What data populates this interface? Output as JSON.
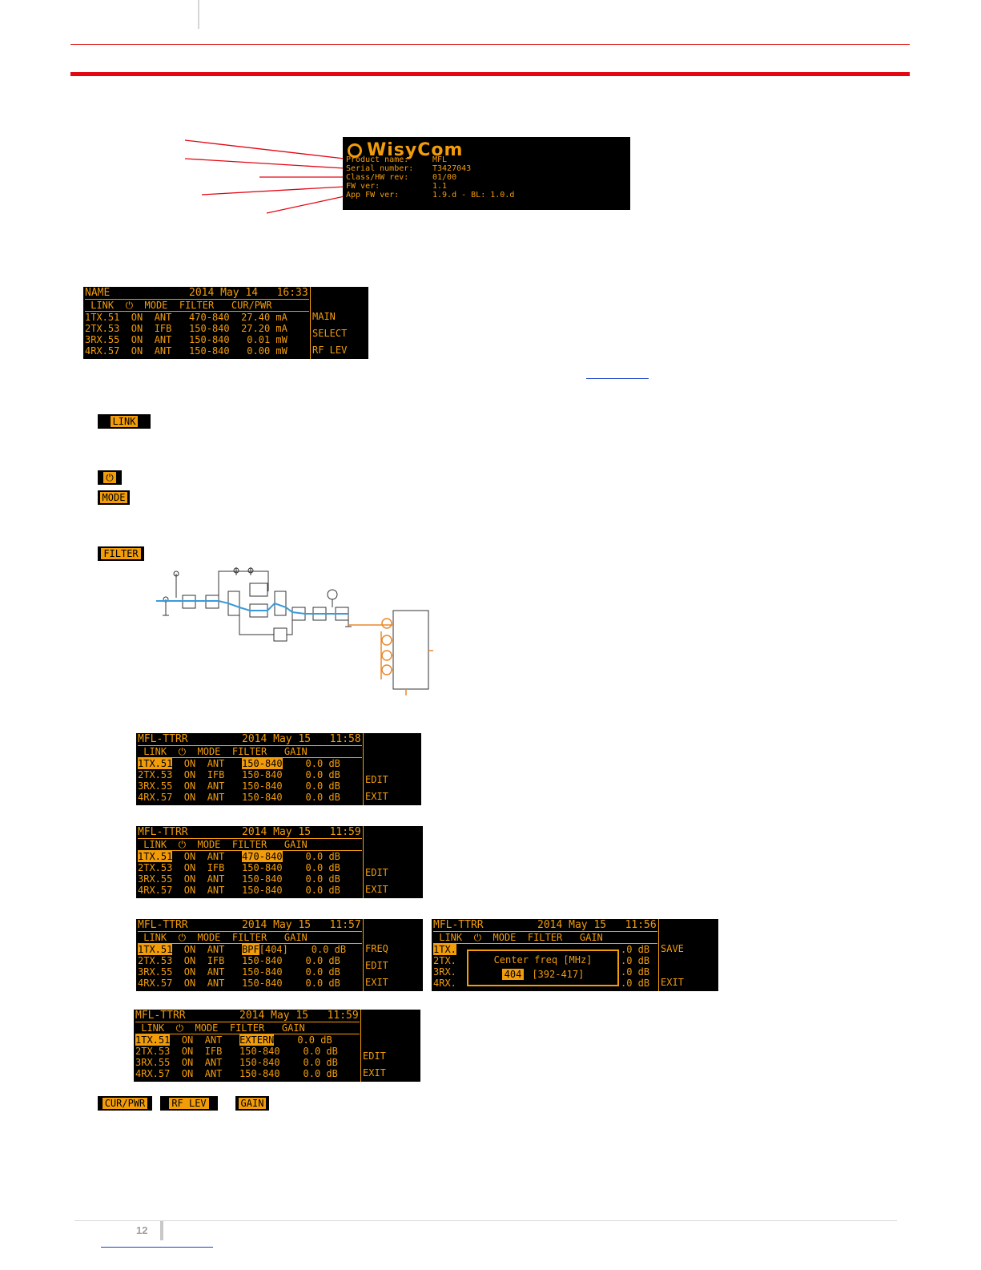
{
  "about": {
    "logo": "WisyCom",
    "lines": [
      {
        "label": "Product name:",
        "value": "MFL"
      },
      {
        "label": "Serial number:",
        "value": "T3427043"
      },
      {
        "label": "Class/HW rev:",
        "value": "01/00"
      },
      {
        "label": "FW ver:",
        "value": "1.1"
      },
      {
        "label": "App FW ver:",
        "value": "1.9.d - BL: 1.0.d"
      }
    ]
  },
  "main_screen": {
    "title": "NAME",
    "date": "2014 May 14   16:33",
    "headers": " LINK  ⏻  MODE  FILTER   CUR/PWR",
    "rows": [
      "1TX.51  ON  ANT   470-840  27.40 mA",
      "2TX.53  ON  IFB   150-840  27.20 mA",
      "3RX.55  ON  ANT   150-840   0.01 mW",
      "4RX.57  ON  ANT   150-840   0.00 mW"
    ],
    "soft_keys": [
      "MAIN",
      "SELECT",
      "RF LEV"
    ]
  },
  "chips": {
    "link": "LINK",
    "power": "⏻",
    "mode": "MODE",
    "filter": "FILTER",
    "cur_pwr": "CUR/PWR",
    "rf_lev": "RF LEV",
    "gain": "GAIN"
  },
  "filter_screens": [
    {
      "title": "MFL-TTRR",
      "date": "2014 May 15   11:58",
      "headers": " LINK  ⏻  MODE  FILTER   GAIN",
      "row1_pre": "  ON  ANT   ",
      "row1_sel": "150-840",
      "row1_post": "    0.0 dB",
      "rows": [
        "2TX.53  ON  IFB   150-840    0.0 dB",
        "3RX.55  ON  ANT   150-840    0.0 dB",
        "4RX.57  ON  ANT   150-840    0.0 dB"
      ],
      "soft_keys": [
        "",
        "EDIT",
        "EXIT"
      ]
    },
    {
      "title": "MFL-TTRR",
      "date": "2014 May 15   11:59",
      "headers": " LINK  ⏻  MODE  FILTER   GAIN",
      "row1_pre": "  ON  ANT   ",
      "row1_sel": "470-840",
      "row1_post": "    0.0 dB",
      "rows": [
        "2TX.53  ON  IFB   150-840    0.0 dB",
        "3RX.55  ON  ANT   150-840    0.0 dB",
        "4RX.57  ON  ANT   150-840    0.0 dB"
      ],
      "soft_keys": [
        "",
        "EDIT",
        "EXIT"
      ]
    },
    {
      "title": "MFL-TTRR",
      "date": "2014 May 15   11:57",
      "headers": " LINK  ⏻  MODE  FILTER   GAIN",
      "row1_pre": "  ON  ANT   ",
      "row1_sel": "BPF",
      "row1_post": "[404]    0.0 dB",
      "rows": [
        "2TX.53  ON  IFB   150-840    0.0 dB",
        "3RX.55  ON  ANT   150-840    0.0 dB",
        "4RX.57  ON  ANT   150-840    0.0 dB"
      ],
      "soft_keys": [
        "FREQ",
        "EDIT",
        "EXIT"
      ]
    },
    {
      "title": "MFL-TTRR",
      "date": "2014 May 15   11:59",
      "headers": " LINK  ⏻  MODE  FILTER   GAIN",
      "row1_pre": "  ON  ANT   ",
      "row1_sel": "EXTERN",
      "row1_post": "    0.0 dB",
      "rows": [
        "2TX.53  ON  IFB   150-840    0.0 dB",
        "3RX.55  ON  ANT   150-840    0.0 dB",
        "4RX.57  ON  ANT   150-840    0.0 dB"
      ],
      "soft_keys": [
        "",
        "EDIT",
        "EXIT"
      ]
    }
  ],
  "freq_popup_screen": {
    "title": "MFL-TTRR",
    "date": "2014 May 15   11:56",
    "headers": " LINK  ⏻  MODE  FILTER   GAIN",
    "row_labels": [
      "1TX.",
      "2TX.",
      "3RX.",
      "4RX."
    ],
    "row_tails": [
      ".0 dB",
      ".0 dB",
      ".0 dB",
      ".0 dB"
    ],
    "popup_title": "Center freq [MHz]",
    "popup_value": "404",
    "popup_range": "[392-417]",
    "soft_keys": [
      "SAVE",
      "EXIT"
    ]
  },
  "page_number": "12",
  "colors": {
    "lcd_amber": "#f29c0a",
    "lcd_bg": "#000000",
    "rule_red": "#e30613",
    "diagram_blue": "#3a9ad9",
    "diagram_orange": "#e8892b"
  }
}
